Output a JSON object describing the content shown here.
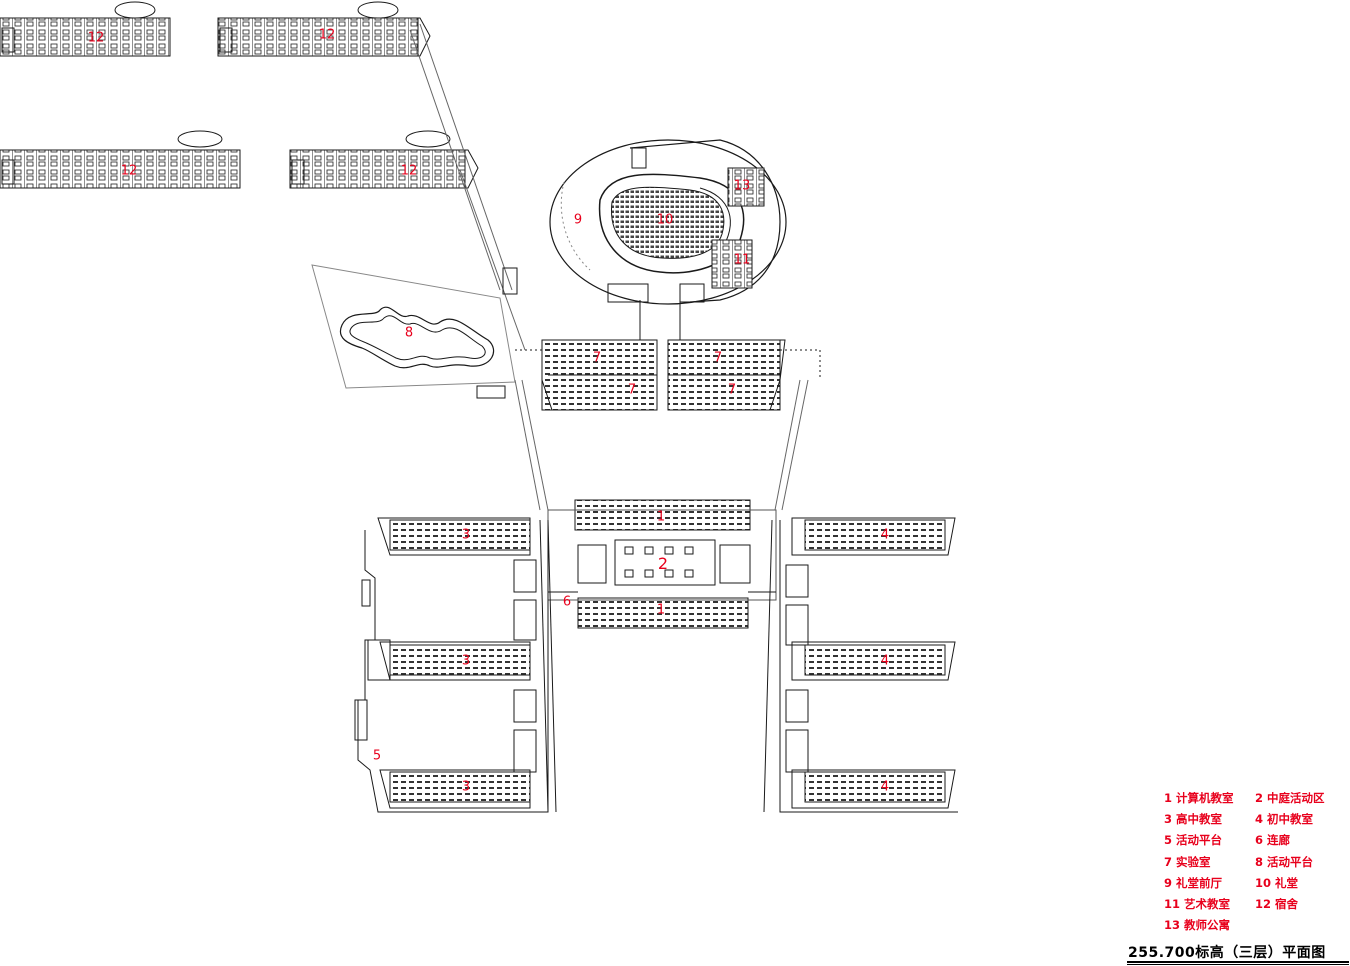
{
  "plan": {
    "title": "255.700标高（三层）平面图",
    "colors": {
      "line": "#1a1a1a",
      "label": "#e8001c",
      "background": "#ffffff"
    }
  },
  "labels": {
    "l1a": "1",
    "l1b": "1",
    "l2": "2",
    "l3a": "3",
    "l3b": "3",
    "l3c": "3",
    "l4a": "4",
    "l4b": "4",
    "l4c": "4",
    "l5": "5",
    "l6": "6",
    "l7a": "7",
    "l7b": "7",
    "l7c": "7",
    "l7d": "7",
    "l8": "8",
    "l9": "9",
    "l10": "10",
    "l11": "11",
    "l12a": "12",
    "l12b": "12",
    "l12c": "12",
    "l12d": "12",
    "l13": "13"
  },
  "legend": {
    "items": [
      "1  计算机教室",
      "2  中庭活动区",
      "3  高中教室",
      "4  初中教室",
      "5  活动平台",
      "6  连廊",
      "7  实验室",
      "8  活动平台",
      "9  礼堂前厅",
      "10 礼堂",
      "11 艺术教室",
      "12 宿舍",
      "13 教师公寓"
    ]
  }
}
